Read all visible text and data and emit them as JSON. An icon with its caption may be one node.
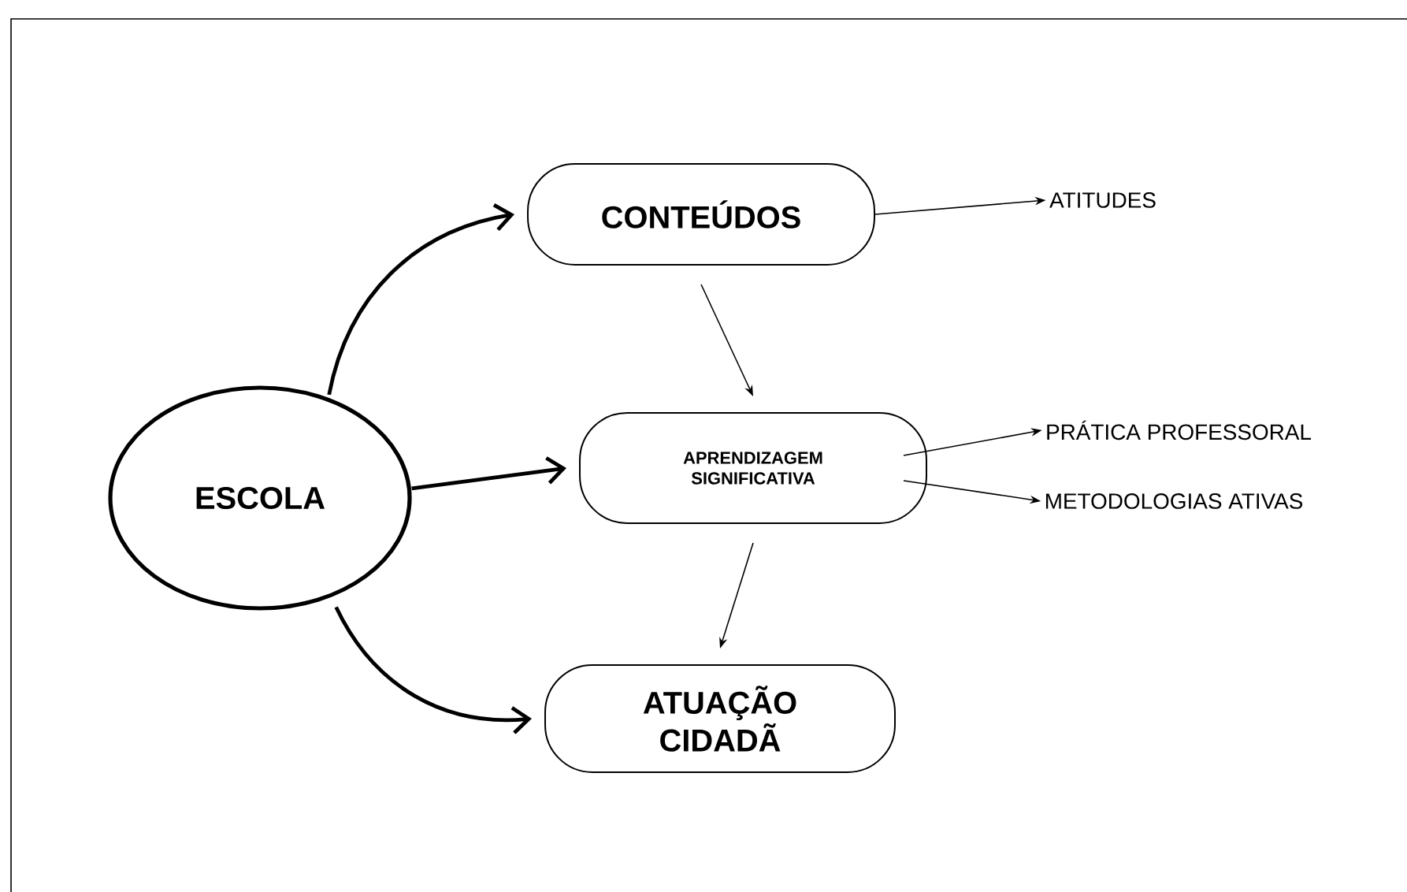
{
  "diagram": {
    "nodes": [
      {
        "text": [
          "ESCOLA"
        ]
      },
      {
        "text": [
          "CONTEÚDOS"
        ]
      },
      {
        "text": [
          "APRENDIZAGEM SIGNIFICATIVA"
        ]
      },
      {
        "text": [
          "ATUAÇÃO CIDADÃ"
        ]
      },
      {
        "text": [
          "ATITUDES"
        ]
      },
      {
        "text": [
          "PRÁTICA PROFESSORAL"
        ]
      },
      {
        "text": [
          "METODOLOGIAS ATIVAS"
        ]
      }
    ],
    "edges": [
      {
        "from": 0,
        "to": 1,
        "arrow": "to",
        "style": "thick"
      },
      {
        "from": 0,
        "to": 2,
        "arrow": "to",
        "style": "thick"
      },
      {
        "from": 0,
        "to": 3,
        "arrow": "to",
        "style": "thick"
      },
      {
        "from": 1,
        "to": 4,
        "arrow": "to"
      },
      {
        "from": 1,
        "to": 2,
        "arrow": "to"
      },
      {
        "from": 2,
        "to": 5,
        "arrow": "to"
      },
      {
        "from": 2,
        "to": 6,
        "arrow": "to"
      },
      {
        "from": 2,
        "to": 3,
        "arrow": "to"
      }
    ]
  }
}
